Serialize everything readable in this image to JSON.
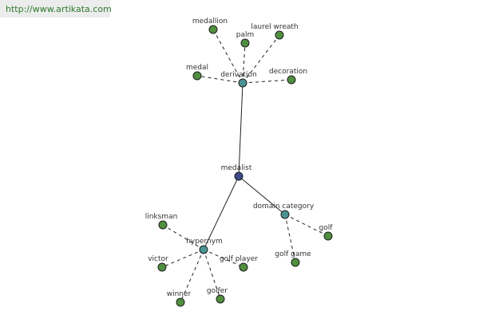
{
  "source": {
    "url_text": "http://www.artikata.com"
  },
  "colors": {
    "center": "#3f4a8c",
    "relation": "#4c9494",
    "leaf": "#4f8f3f",
    "stroke": "#1e1e1e",
    "edge": "#222222"
  },
  "graph": {
    "center": {
      "label": "medalist"
    },
    "relations": [
      {
        "key": "derivation",
        "label": "derivation",
        "children": [
          "medallion",
          "palm",
          "laurel wreath",
          "medal",
          "decoration"
        ]
      },
      {
        "key": "domain",
        "label": "domain category",
        "children": [
          "golf",
          "golf game"
        ]
      },
      {
        "key": "hypernym",
        "label": "hypernym",
        "children": [
          "linksman",
          "victor",
          "golf player",
          "winner",
          "golfer"
        ]
      }
    ]
  }
}
